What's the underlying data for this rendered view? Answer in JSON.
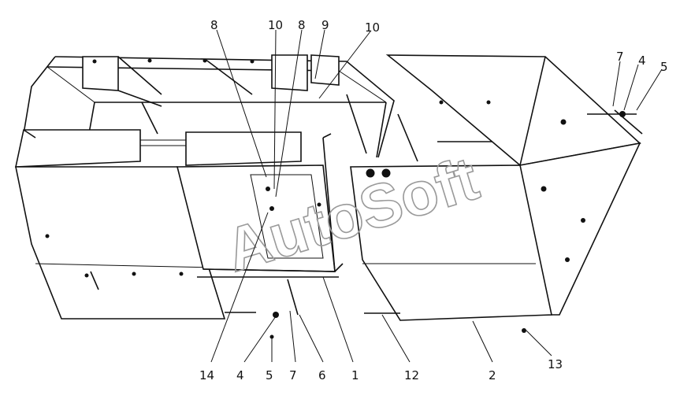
{
  "watermark": "AutoSoft",
  "callouts": [
    {
      "id": "c8a",
      "text": "8"
    },
    {
      "id": "c10a",
      "text": "10"
    },
    {
      "id": "c8b",
      "text": "8"
    },
    {
      "id": "c9",
      "text": "9"
    },
    {
      "id": "c10b",
      "text": "10"
    },
    {
      "id": "c7a",
      "text": "7"
    },
    {
      "id": "c4a",
      "text": "4"
    },
    {
      "id": "c5a",
      "text": "5"
    },
    {
      "id": "c14",
      "text": "14"
    },
    {
      "id": "c4b",
      "text": "4"
    },
    {
      "id": "c5b",
      "text": "5"
    },
    {
      "id": "c7b",
      "text": "7"
    },
    {
      "id": "c6",
      "text": "6"
    },
    {
      "id": "c1",
      "text": "1"
    },
    {
      "id": "c12",
      "text": "12"
    },
    {
      "id": "c2",
      "text": "2"
    },
    {
      "id": "c13",
      "text": "13"
    }
  ]
}
